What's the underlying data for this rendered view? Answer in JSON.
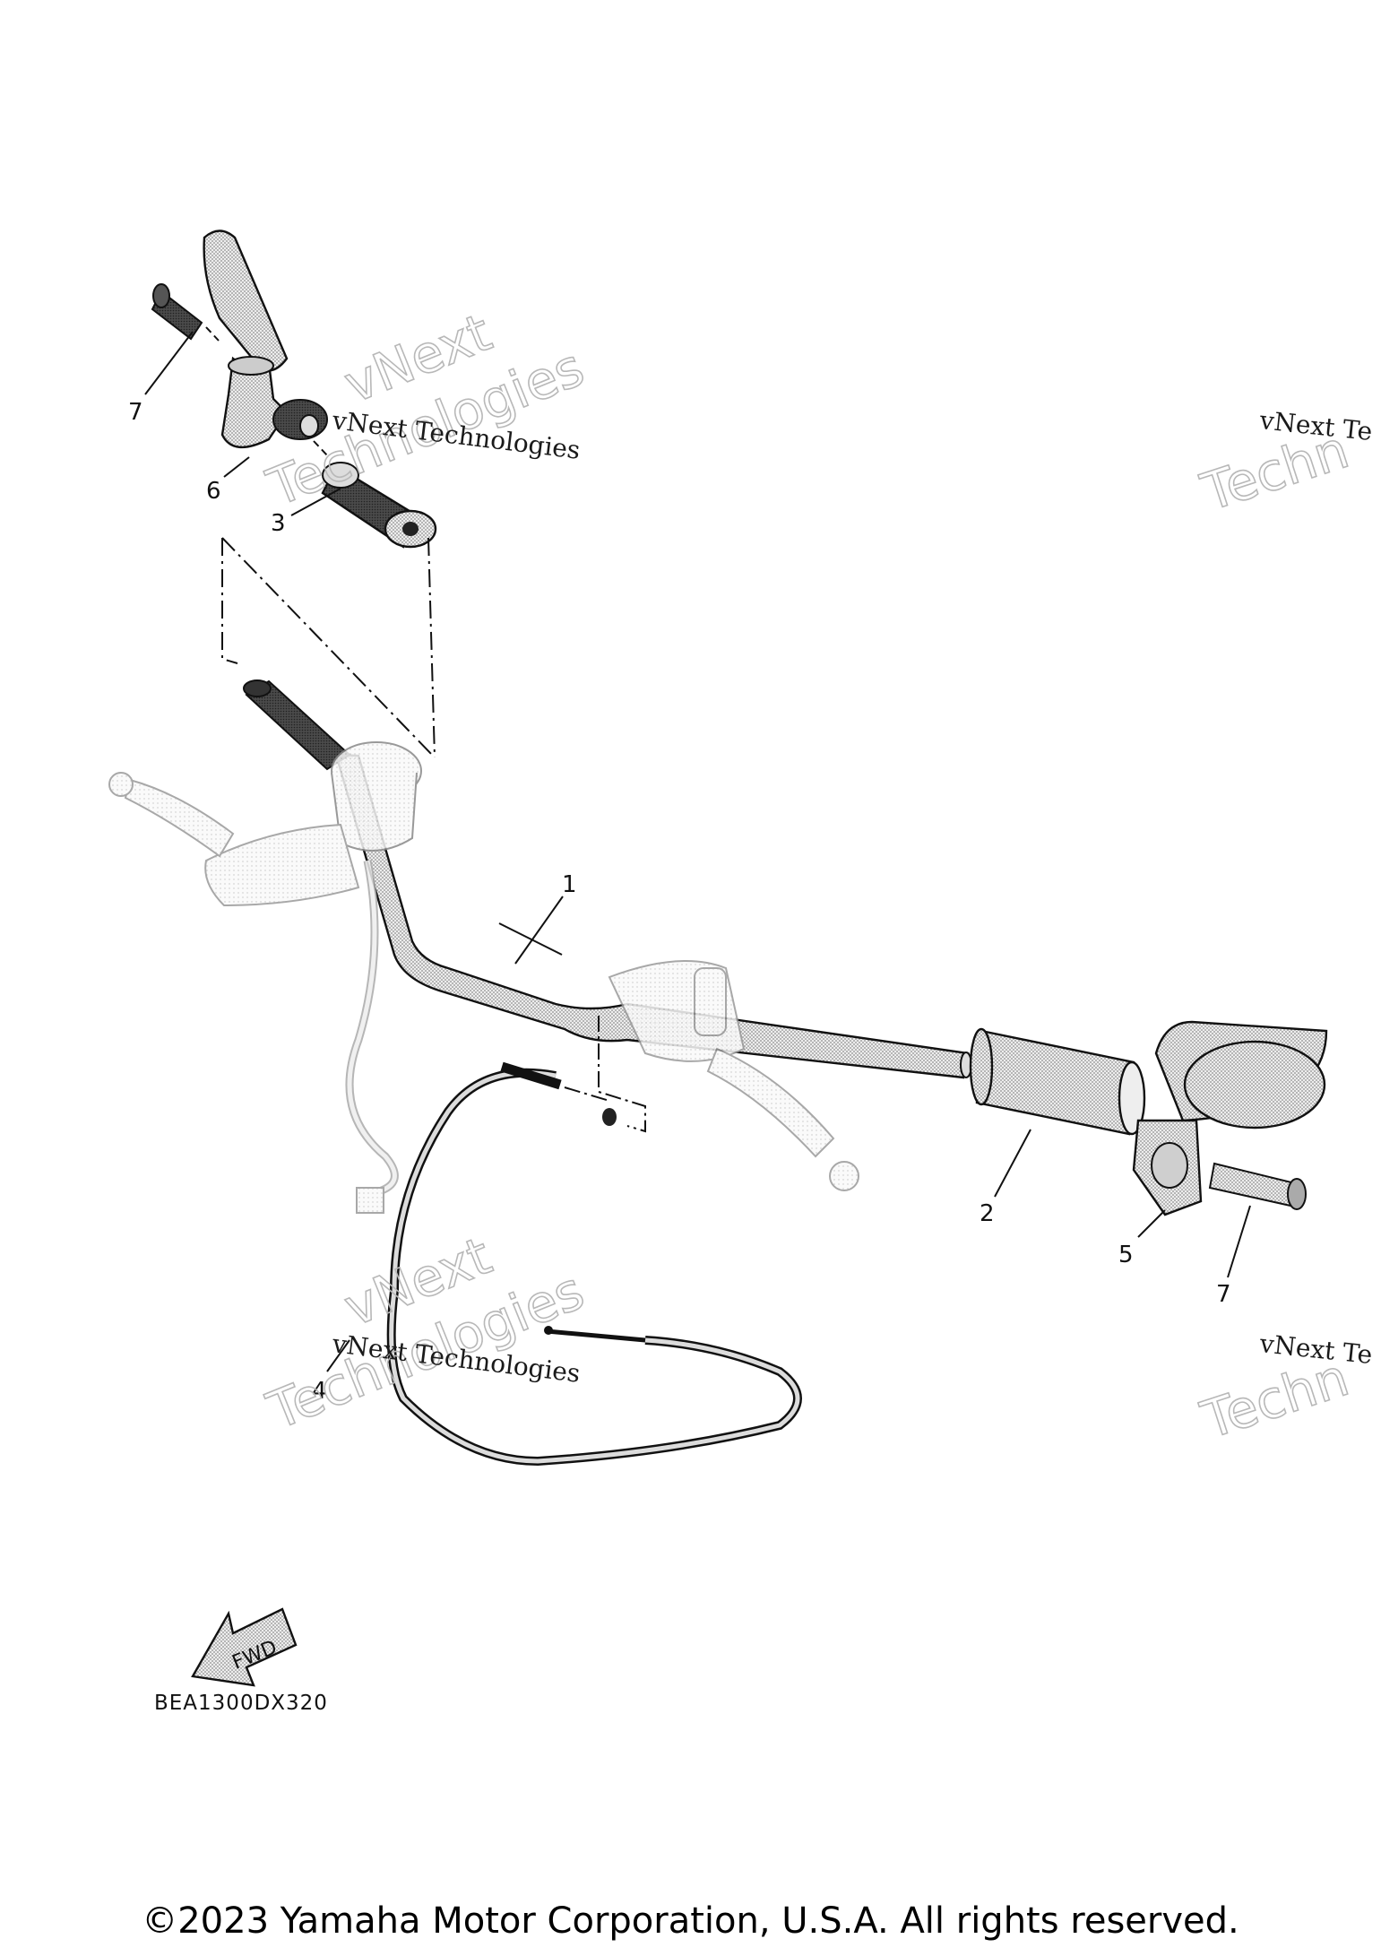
{
  "callouts": [
    {
      "id": "1",
      "label": "1"
    },
    {
      "id": "2",
      "label": "2"
    },
    {
      "id": "3",
      "label": "3"
    },
    {
      "id": "4",
      "label": "4"
    },
    {
      "id": "5",
      "label": "5"
    },
    {
      "id": "6",
      "label": "6"
    },
    {
      "id": "7a",
      "label": "7"
    },
    {
      "id": "7b",
      "label": "7"
    }
  ],
  "watermark": {
    "line": "vNext Technologies",
    "word1": "vNext",
    "word2": "Technologies",
    "partial_line": "vNext Te",
    "partial_word": "Techn"
  },
  "fwd_label": "FWD",
  "part_code": "BEA1300DX320",
  "copyright": "©2023 Yamaha Motor Corporation, U.S.A. All rights reserved.",
  "colors": {
    "ink": "#111111",
    "part_shade": "#9a9a9a",
    "part_light": "#dedede",
    "dark_grip": "#3c3c3c"
  }
}
